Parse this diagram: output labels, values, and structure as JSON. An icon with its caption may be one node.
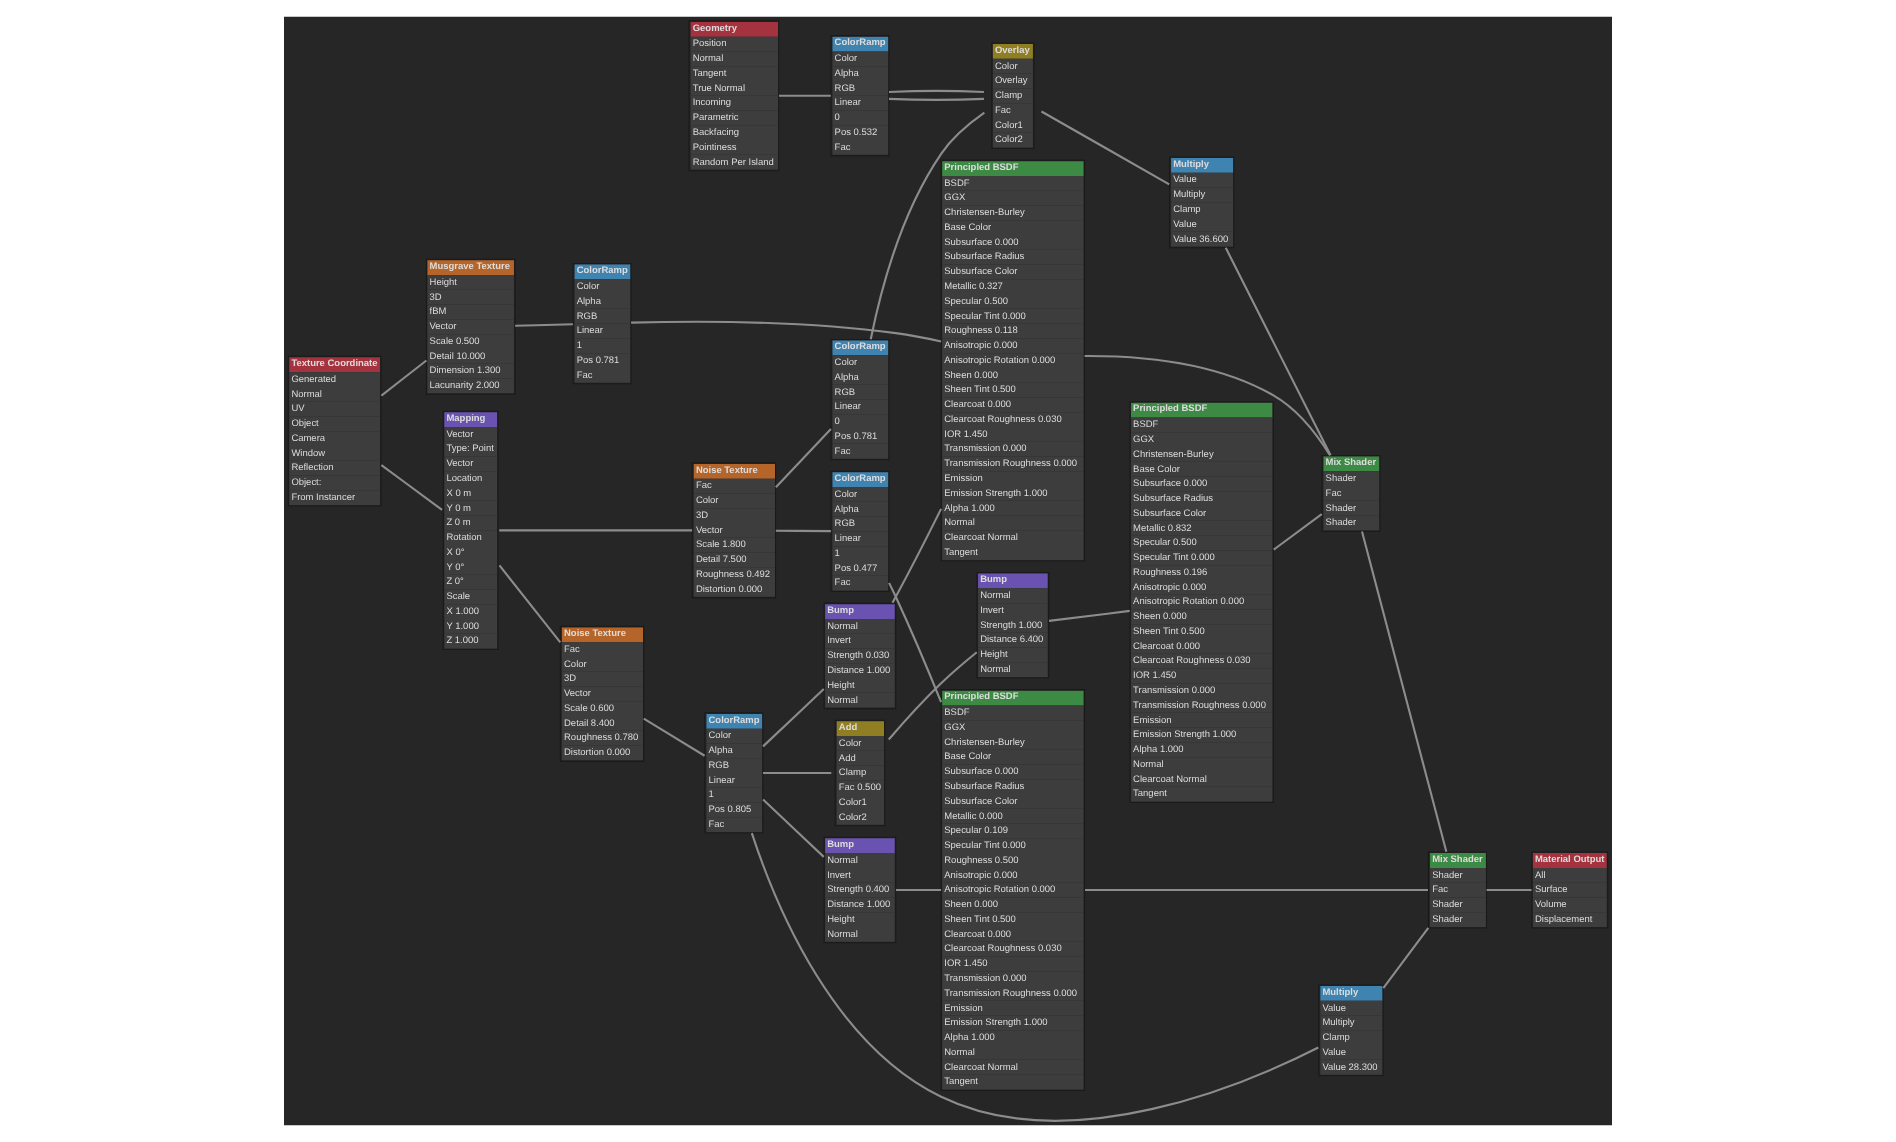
{
  "diagram": {
    "nodes": [
      {
        "text": [
          "Texture Coordinate",
          "Generated",
          "Normal",
          "UV",
          "Object",
          "Camera",
          "Window",
          "Reflection",
          "Object:",
          "From Instancer"
        ]
      },
      {
        "text": [
          "Geometry",
          "Position",
          "Normal",
          "Tangent",
          "True Normal",
          "Incoming",
          "Parametric",
          "Backfacing",
          "Pointiness",
          "Random Per Island"
        ]
      },
      {
        "text": [
          "ColorRamp",
          "Color",
          "Alpha",
          "RGB",
          "Linear",
          "0",
          "Pos 0.532",
          "Fac"
        ]
      },
      {
        "text": [
          "Musgrave Texture",
          "Height",
          "3D",
          "fBM",
          "Vector",
          "Scale 0.500",
          "Detail 10.000",
          "Dimension 1.300",
          "Lacunarity 2.000"
        ]
      },
      {
        "text": [
          "ColorRamp",
          "Color",
          "Alpha",
          "RGB",
          "Linear",
          "1",
          "Pos 0.781",
          "Fac"
        ]
      },
      {
        "text": [
          "Principled BSDF",
          "BSDF",
          "GGX",
          "Christensen-Burley",
          "Base Color",
          "Subsurface 0.000",
          "Subsurface Radius",
          "Subsurface Color",
          "Metallic 0.327",
          "Specular 0.500",
          "Specular Tint 0.000",
          "Roughness 0.118",
          "Anisotropic 0.000",
          "Anisotropic Rotation 0.000",
          "Sheen 0.000",
          "Sheen Tint 0.500",
          "Clearcoat 0.000",
          "Clearcoat Roughness 0.030",
          "IOR 1.450",
          "Transmission 0.000",
          "Transmission Roughness 0.000",
          "Emission",
          "Emission Strength 1.000",
          "Alpha 1.000",
          "Normal",
          "Clearcoat Normal",
          "Tangent"
        ]
      },
      {
        "text": [
          "Bump",
          "Normal",
          "Invert",
          "Strength 0.030",
          "Distance 1.000",
          "Height",
          "Normal"
        ]
      },
      {
        "text": [
          "Overlay",
          "Color",
          "Overlay",
          "Clamp",
          "Fac",
          "Color1",
          "Color2"
        ]
      },
      {
        "text": [
          "Multiply",
          "Value",
          "Multiply",
          "Clamp",
          "Value",
          "Value 36.600"
        ]
      },
      {
        "text": [
          "Mix Shader",
          "Shader",
          "Fac",
          "Shader",
          "Shader"
        ]
      },
      {
        "text": [
          "Mix Shader",
          "Shader",
          "Fac",
          "Shader",
          "Shader"
        ]
      },
      {
        "text": [
          "Material Output",
          "All",
          "Surface",
          "Volume",
          "Displacement"
        ]
      },
      {
        "text": [
          "Noise Texture",
          "Fac",
          "Color",
          "3D",
          "Vector",
          "Scale 1.800",
          "Detail 7.500",
          "Roughness 0.492",
          "Distortion 0.000"
        ]
      },
      {
        "text": [
          "ColorRamp",
          "Color",
          "Alpha",
          "RGB",
          "Linear",
          "0",
          "Pos 0.781",
          "Fac"
        ]
      },
      {
        "text": [
          "Mapping",
          "Vector",
          "Type: Point",
          "Vector",
          "Location",
          "X 0 m",
          "Y 0 m",
          "Z 0 m",
          "Rotation",
          "X 0°",
          "Y 0°",
          "Z 0°",
          "Scale",
          "X 1.000",
          "Y 1.000",
          "Z 1.000"
        ]
      },
      {
        "text": [
          "Add",
          "Color",
          "Add",
          "Clamp",
          "Fac 0.500",
          "Color1",
          "Color2"
        ]
      },
      {
        "text": [
          "Bump",
          "Normal",
          "Invert",
          "Strength 1.000",
          "Distance 6.400",
          "Height",
          "Normal"
        ]
      },
      {
        "text": [
          "Principled BSDF",
          "BSDF",
          "GGX",
          "Christensen-Burley",
          "Base Color",
          "Subsurface 0.000",
          "Subsurface Radius",
          "Subsurface Color",
          "Metallic 0.832",
          "Specular 0.500",
          "Specular Tint 0.000",
          "Roughness 0.196",
          "Anisotropic 0.000",
          "Anisotropic Rotation 0.000",
          "Sheen 0.000",
          "Sheen Tint 0.500",
          "Clearcoat 0.000",
          "Clearcoat Roughness 0.030",
          "IOR 1.450",
          "Transmission 0.000",
          "Transmission Roughness 0.000",
          "Emission",
          "Emission Strength 1.000",
          "Alpha 1.000",
          "Normal",
          "Clearcoat Normal",
          "Tangent"
        ]
      },
      {
        "text": [
          "Noise Texture",
          "Fac",
          "Color",
          "3D",
          "Vector",
          "Scale 0.600",
          "Detail 8.400",
          "Roughness 0.780",
          "Distortion 0.000"
        ]
      },
      {
        "text": [
          "ColorRamp",
          "Color",
          "Alpha",
          "RGB",
          "Linear",
          "1",
          "Pos 0.805",
          "Fac"
        ]
      },
      {
        "text": [
          "Multiply",
          "Value",
          "Multiply",
          "Clamp",
          "Value",
          "Value 28.300"
        ]
      },
      {
        "text": [
          "ColorRamp",
          "Color",
          "Alpha",
          "RGB",
          "Linear",
          "1",
          "Pos 0.477",
          "Fac"
        ]
      },
      {
        "text": [
          "Principled BSDF",
          "BSDF",
          "GGX",
          "Christensen-Burley",
          "Base Color",
          "Subsurface 0.000",
          "Subsurface Radius",
          "Subsurface Color",
          "Metallic 0.000",
          "Specular 0.109",
          "Specular Tint 0.000",
          "Roughness 0.500",
          "Anisotropic 0.000",
          "Anisotropic Rotation 0.000",
          "Sheen 0.000",
          "Sheen Tint 0.500",
          "Clearcoat 0.000",
          "Clearcoat Roughness 0.030",
          "IOR 1.450",
          "Transmission 0.000",
          "Transmission Roughness 0.000",
          "Emission",
          "Emission Strength 1.000",
          "Alpha 1.000",
          "Normal",
          "Clearcoat Normal",
          "Tangent"
        ]
      },
      {
        "text": [
          "Bump",
          "Normal",
          "Invert",
          "Strength 0.400",
          "Distance 1.000",
          "Height",
          "Normal"
        ]
      }
    ],
    "edges": [
      {
        "from": 1,
        "to": 2,
        "arrow": "none"
      },
      {
        "from": 0,
        "to": 3,
        "arrow": "none"
      },
      {
        "from": 0,
        "to": 14,
        "arrow": "none"
      },
      {
        "from": 3,
        "to": 4,
        "arrow": "none"
      },
      {
        "from": 4,
        "to": 5,
        "arrow": "none"
      },
      {
        "from": 2,
        "to": 7,
        "arrow": "none"
      },
      {
        "from": 2,
        "to": 7,
        "arrow": "none"
      },
      {
        "from": 13,
        "to": 7,
        "arrow": "none"
      },
      {
        "from": 7,
        "to": 8,
        "arrow": "none"
      },
      {
        "from": 6,
        "to": 5,
        "arrow": "none"
      },
      {
        "from": 19,
        "to": 6,
        "arrow": "none"
      },
      {
        "from": 8,
        "to": 9,
        "arrow": "none"
      },
      {
        "from": 5,
        "to": 9,
        "arrow": "none"
      },
      {
        "from": 17,
        "to": 9,
        "arrow": "none"
      },
      {
        "from": 9,
        "to": 10,
        "arrow": "none"
      },
      {
        "from": 22,
        "to": 10,
        "arrow": "none"
      },
      {
        "from": 20,
        "to": 10,
        "arrow": "none"
      },
      {
        "from": 10,
        "to": 11,
        "arrow": "none"
      },
      {
        "from": 14,
        "to": 12,
        "arrow": "none"
      },
      {
        "from": 14,
        "to": 18,
        "arrow": "none"
      },
      {
        "from": 12,
        "to": 13,
        "arrow": "none"
      },
      {
        "from": 12,
        "to": 21,
        "arrow": "none"
      },
      {
        "from": 15,
        "to": 16,
        "arrow": "none"
      },
      {
        "from": 19,
        "to": 15,
        "arrow": "none"
      },
      {
        "from": 19,
        "to": 20,
        "arrow": "none"
      },
      {
        "from": 19,
        "to": 23,
        "arrow": "none"
      },
      {
        "from": 16,
        "to": 17,
        "arrow": "none"
      },
      {
        "from": 21,
        "to": 22,
        "arrow": "none"
      },
      {
        "from": 23,
        "to": 22,
        "arrow": "none"
      },
      {
        "from": 18,
        "to": 19,
        "arrow": "none"
      }
    ]
  }
}
